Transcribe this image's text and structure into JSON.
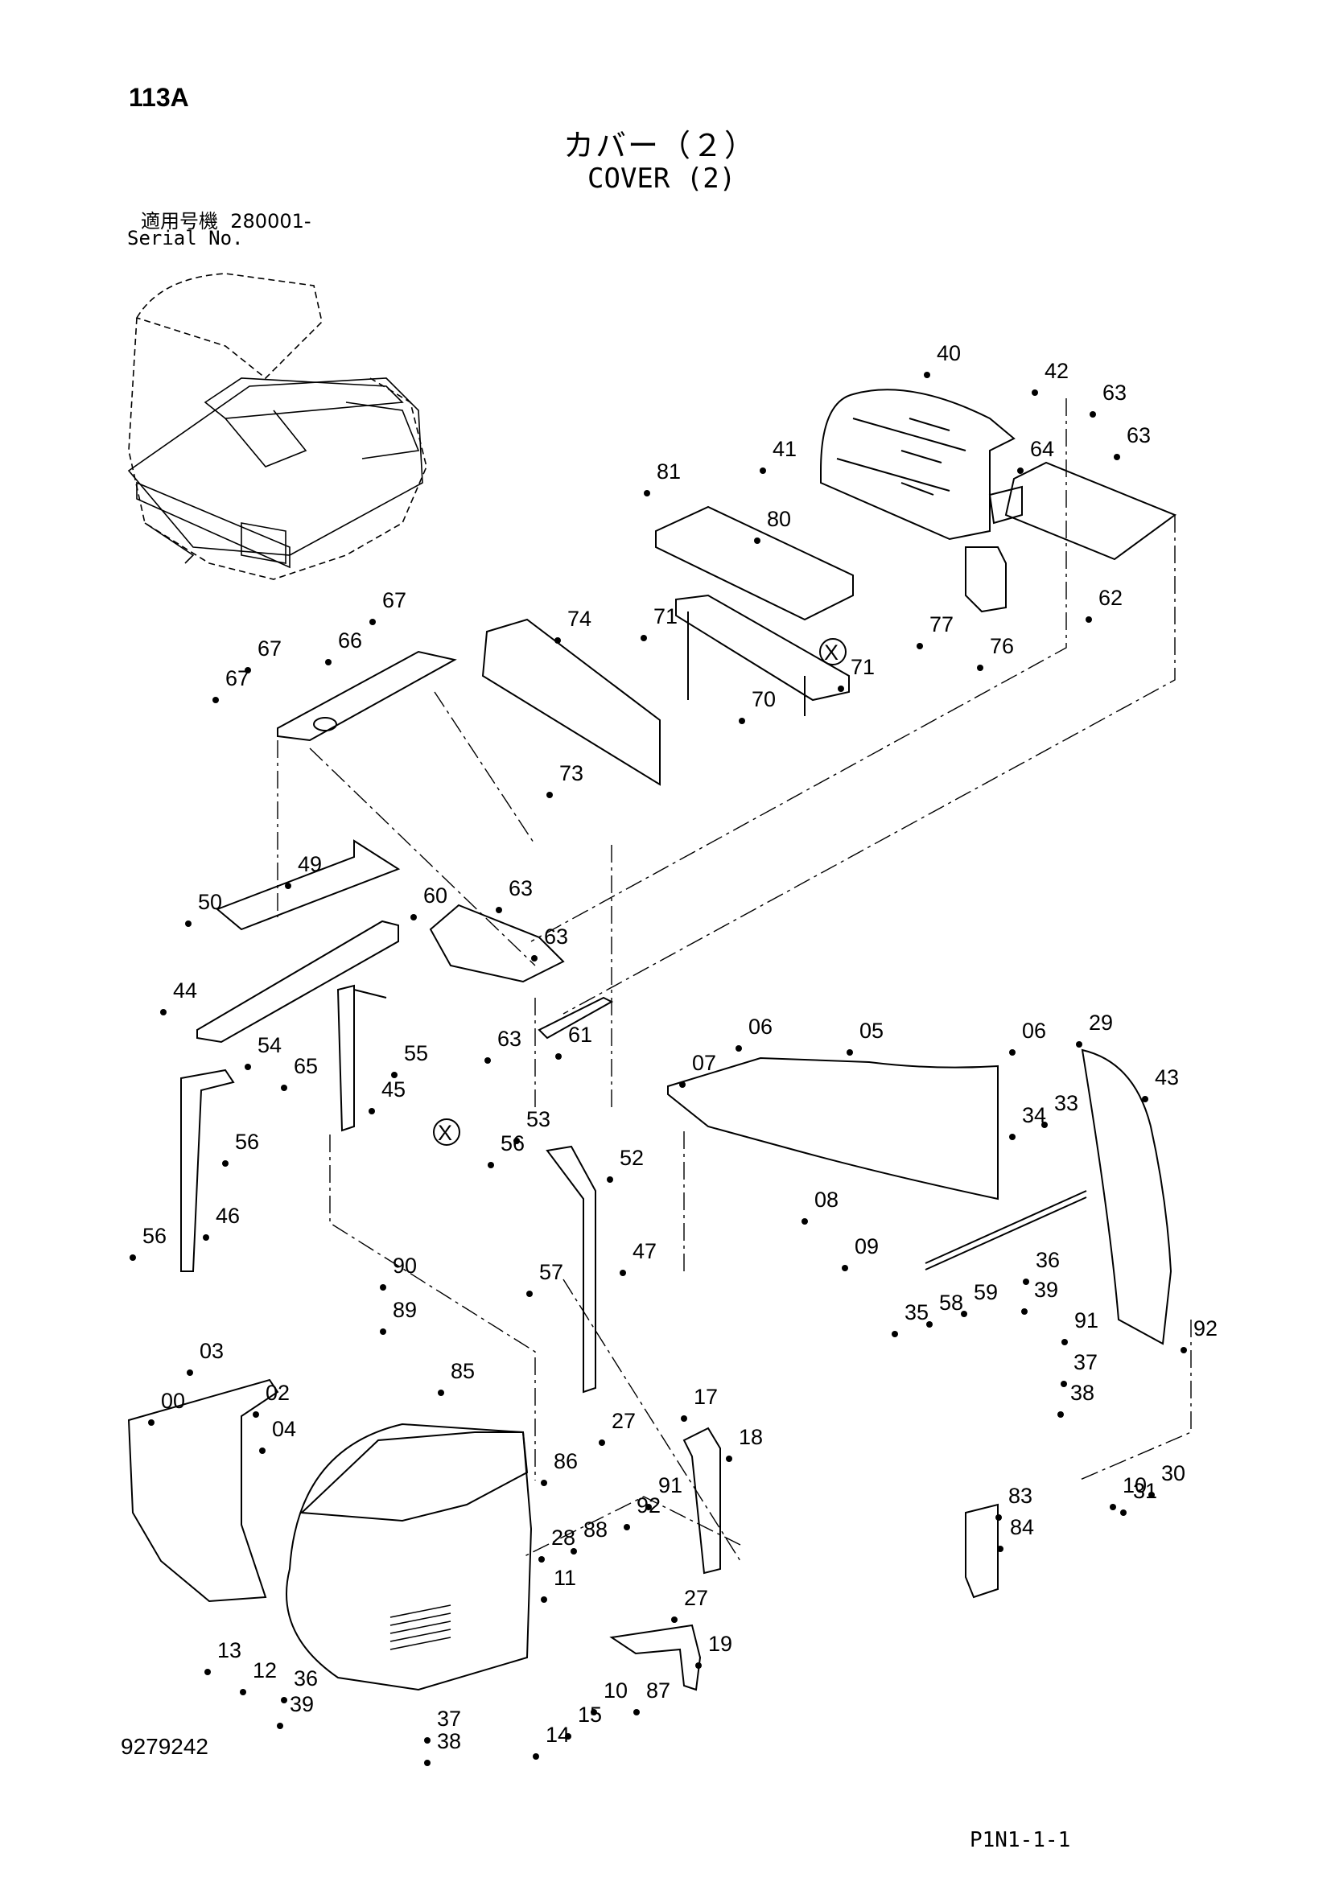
{
  "header": {
    "page_code": "113A",
    "title_jp": "カバー（２）",
    "title_en": "COVER (2)",
    "serial_label_jp": "適用号機",
    "serial_value": "280001-",
    "serial_label_en": "Serial No."
  },
  "footer": {
    "doc_number": "9279242",
    "page_id": "P1N1-1-1"
  },
  "view_markers": [
    "X",
    "X"
  ],
  "part_callouts": [
    "00",
    "02",
    "03",
    "04",
    "05",
    "06",
    "06",
    "07",
    "08",
    "09",
    "10",
    "10",
    "11",
    "12",
    "13",
    "14",
    "15",
    "17",
    "18",
    "19",
    "27",
    "27",
    "28",
    "29",
    "30",
    "31",
    "33",
    "34",
    "35",
    "36",
    "36",
    "37",
    "37",
    "38",
    "38",
    "39",
    "39",
    "40",
    "41",
    "42",
    "43",
    "44",
    "45",
    "46",
    "47",
    "49",
    "50",
    "52",
    "53",
    "54",
    "55",
    "56",
    "56",
    "56",
    "57",
    "58",
    "59",
    "60",
    "61",
    "62",
    "63",
    "63",
    "63",
    "63",
    "63",
    "64",
    "65",
    "66",
    "67",
    "67",
    "67",
    "70",
    "71",
    "71",
    "73",
    "74",
    "76",
    "77",
    "80",
    "81",
    "83",
    "84",
    "85",
    "86",
    "87",
    "88",
    "89",
    "90",
    "91",
    "91",
    "92",
    "92"
  ]
}
